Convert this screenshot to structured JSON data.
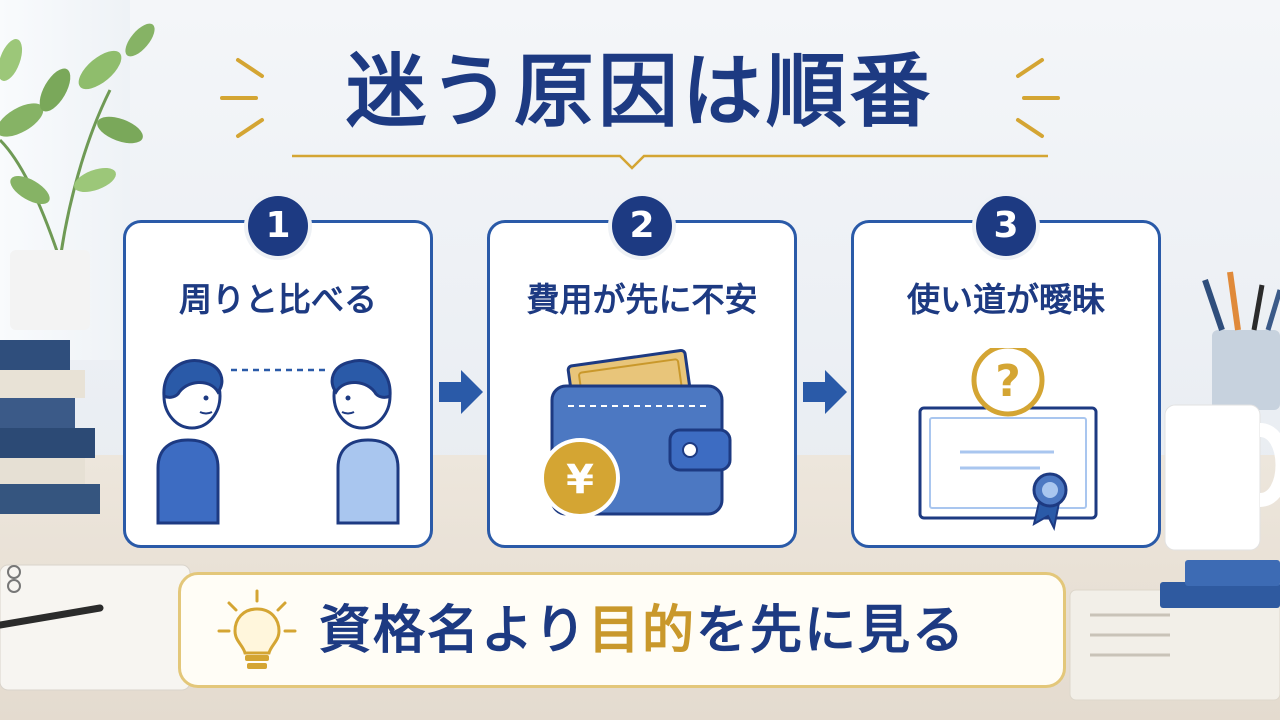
{
  "title": "迷う原因は順番",
  "steps": [
    {
      "number": "1",
      "label": "周りと比べる",
      "illustration": "two-people-comparing-icon"
    },
    {
      "number": "2",
      "label": "費用が先に不安",
      "illustration": "wallet-yen-icon"
    },
    {
      "number": "3",
      "label": "使い道が曖昧",
      "illustration": "certificate-question-icon"
    }
  ],
  "tip": {
    "icon": "lightbulb-icon",
    "text_part1": "資格名より",
    "text_highlight": "目的",
    "text_part2": "を先に見る"
  },
  "colors": {
    "navy": "#1d3a82",
    "blue": "#2a5aa8",
    "gold": "#c9982b"
  }
}
